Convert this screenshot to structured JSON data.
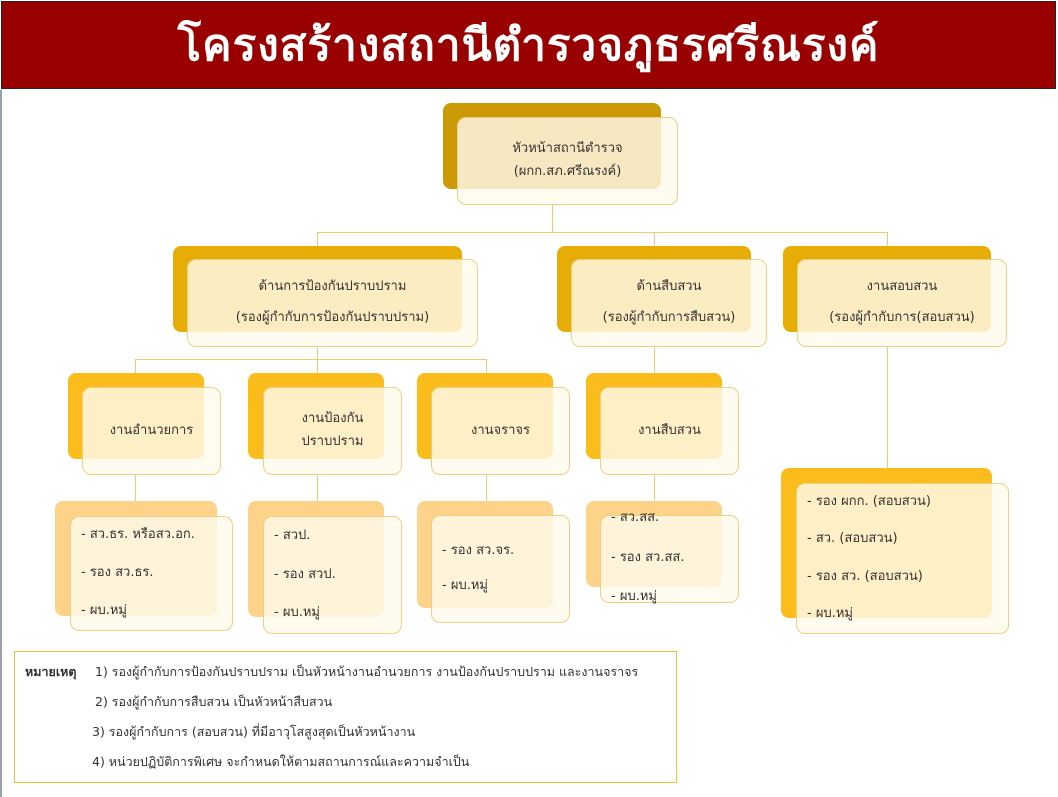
{
  "header": {
    "title": "โครงสร้างสถานีตำรวจภูธรศรีณรงค์"
  },
  "colors": {
    "header_bg": "#990000",
    "level1_back": "#cc9a06",
    "level2_back": "#e5ad06",
    "level3_back": "#fbbd1c",
    "level4_back": "#fdd38a",
    "connector": "#f5c96a"
  },
  "chief": {
    "line1": "หัวหน้าสถานีตำรวจ",
    "line2": "(ผกก.สภ.ศรีณรงค์)"
  },
  "divisions": [
    {
      "line1": "ด้านการป้องกันปราบปราม",
      "line2": "(รองผู้กำกับการป้องกันปราบปราม)"
    },
    {
      "line1": "ด้านสืบสวน",
      "line2": "(รองผู้กำกับการสืบสวน)"
    },
    {
      "line1": "งานสอบสวน",
      "line2": "(รองผู้กำกับการ(สอบสวน)"
    }
  ],
  "units": [
    {
      "line1": "งานอำนวยการ"
    },
    {
      "line1": "งานป้องกัน",
      "line2": "ปราบปราม"
    },
    {
      "line1": "งานจราจร"
    },
    {
      "line1": "งานสืบสวน"
    }
  ],
  "staff": [
    {
      "items": [
        "- สว.ธร. หรือสว.อก.",
        "- รอง สว.ธร.",
        "- ผบ.หมู่"
      ]
    },
    {
      "items": [
        "- สวป.",
        "- รอง สวป.",
        "- ผบ.หมู่"
      ]
    },
    {
      "items": [
        "- รอง สว.จร.",
        "- ผบ.หมู่"
      ]
    },
    {
      "items": [
        "- สว.สส.",
        "- รอง สว.สส.",
        "- ผบ.หมู่"
      ]
    },
    {
      "items": [
        "- รอง ผกก. (สอบสวน)",
        "- สว. (สอบสวน)",
        "- รอง สว. (สอบสวน)",
        "- ผบ.หมู่"
      ]
    }
  ],
  "notes": {
    "label": "หมายเหตุ",
    "items": [
      "1) รองผู้กำกับการป้องกันปราบปราม  เป็นหัวหน้างานอำนวยการ งานป้องกันปราบปราม และงานจราจร",
      "2) รองผู้กำกับการสืบสวน เป็นหัวหน้าสืบสวน",
      "3) รองผู้กำกับการ (สอบสวน) ที่มีอาวุโสสูงสุดเป็นหัวหน้างาน",
      "4) หน่วยปฏิบัติการพิเศษ  จะกำหนดให้ตามสถานการณ์และความจำเป็น"
    ]
  }
}
